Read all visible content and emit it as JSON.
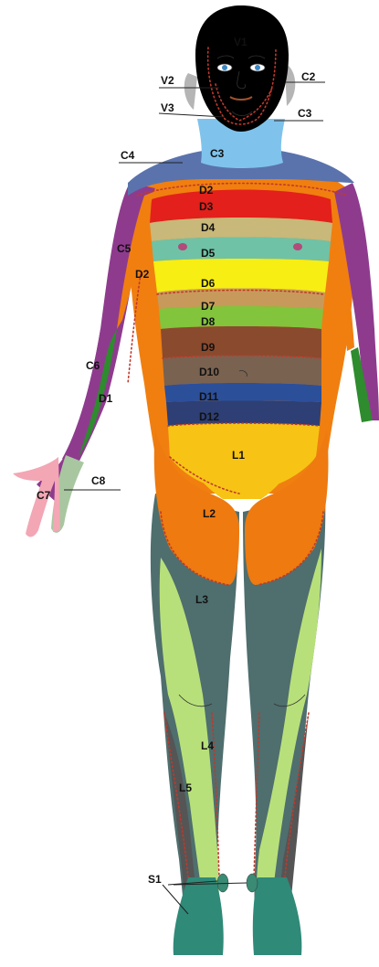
{
  "labels": {
    "V1": "V1",
    "V2": "V2",
    "V3": "V3",
    "C2": "C2",
    "C3_neck_right": "C3",
    "C3_neck": "C3",
    "C4": "C4",
    "C5": "C5",
    "C6": "C6",
    "C7": "C7",
    "C8": "C8",
    "D1": "D1",
    "D2_chest": "D2",
    "D2_arm": "D2",
    "D3": "D3",
    "D4": "D4",
    "D5": "D5",
    "D6": "D6",
    "D7": "D7",
    "D8": "D8",
    "D9": "D9",
    "D10": "D10",
    "D11": "D11",
    "D12": "D12",
    "L1": "L1",
    "L2": "L2",
    "L3": "L3",
    "L4": "L4",
    "L5": "L5",
    "S1": "S1"
  },
  "colors": {
    "skin": "#f2d49a",
    "trigeminal": "#f2d49a",
    "C2": "#b5b5b5",
    "C3": "#7fc3ec",
    "C4": "#5a73ad",
    "C5": "#8e3b8e",
    "C6": "#8e3b8e",
    "C7": "#f3a6b4",
    "C8": "#a8c7a0",
    "D1": "#2e8b2e",
    "D2": "#f07f10",
    "D3": "#e3201b",
    "D4": "#c8b87a",
    "D5": "#6fc2a6",
    "D6": "#f7ee13",
    "D7": "#c79a5b",
    "D8": "#82c43c",
    "D9": "#8a4a2e",
    "D10": "#7a6250",
    "D11": "#2c4f9a",
    "D12": "#2d3f74",
    "L1": "#f7c415",
    "L2": "#ee7a10",
    "L3": "#4f6e6e",
    "L4": "#b8e07a",
    "L5": "#555555",
    "S1": "#2f8a78"
  }
}
